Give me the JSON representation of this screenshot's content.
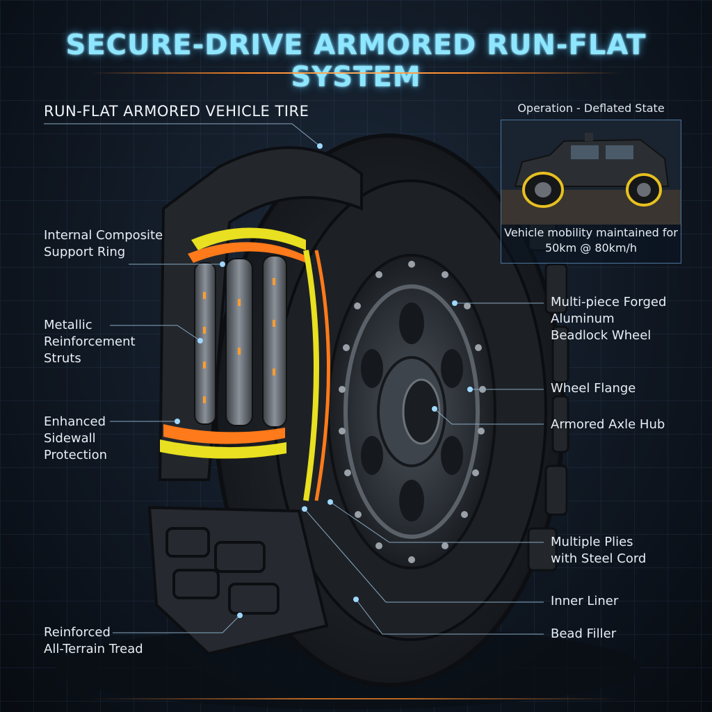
{
  "title": "SECURE-DRIVE ARMORED RUN-FLAT SYSTEM",
  "subtitle": "RUN-FLAT ARMORED VEHICLE TIRE",
  "panel": {
    "title": "Operation - Deflated State",
    "caption": "Vehicle mobility maintained\nfor 50km @ 80km/h"
  },
  "labels": {
    "support_ring": "Internal Composite\nSupport Ring",
    "struts": "Metallic\nReinforcement\nStruts",
    "sidewall": "Enhanced\nSidewall\nProtection",
    "tread": "Reinforced\nAll-Terrain Tread",
    "wheel": "Multi-piece Forged\nAluminum\nBeadlock Wheel",
    "flange": "Wheel Flange",
    "hub": "Armored Axle Hub",
    "plies": "Multiple Plies\nwith Steel Cord",
    "liner": "Inner Liner",
    "bead": "Bead Filler"
  },
  "colors": {
    "accent_cyan": "#8ee6ff",
    "accent_orange": "#ff8a2a",
    "highlight_yellow": "#e8e020"
  }
}
